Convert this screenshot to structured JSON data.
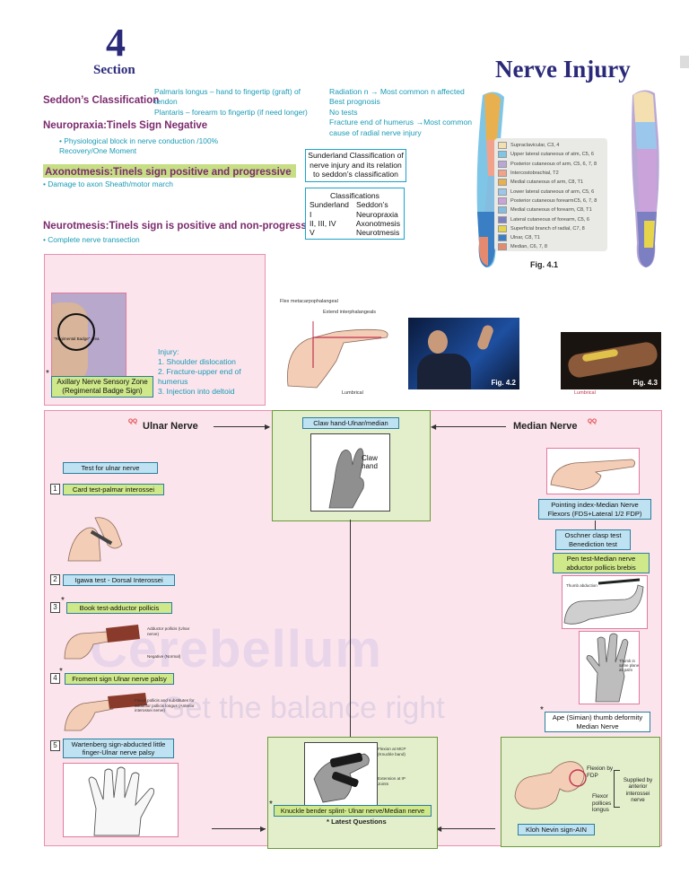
{
  "header": {
    "section_number": "4",
    "section_word": "Section",
    "title": "Nerve Injury"
  },
  "seddon": {
    "heading": "Seddon’s Classification",
    "palmaris": "Palmaris longus – hand to fingertip (graft) of tendon",
    "plantaris": "Plantaris – forearm to fingertip (if need longer)",
    "neuropraxia_heading": "Neuropraxia:Tinels Sign Negative",
    "neuropraxia_bullet": "• Physiological block in nerve conduction /100% Recovery/One Moment",
    "axonotmesis_heading": "Axonotmesis:Tinels sign positive and progressive",
    "axonotmesis_bullet": "• Damage to axon Sheath/motor march",
    "neurotmesis_heading": "Neurotmesis:Tinels sign is positive and non-progressive",
    "neurotmesis_bullet": "• Complete nerve transection"
  },
  "radiation_notes": [
    "Radiation n → Most common n affected",
    "Best prognosis",
    "No tests",
    "Fracture end of humerus →Most common cause of radial nerve injury"
  ],
  "sunderland": {
    "caption": "Sunderland Classification of nerve injury and its relation to seddon’s classification",
    "table_title": "Classifications",
    "rows": [
      [
        "Sunderland",
        "Seddon’s"
      ],
      [
        "I",
        "Neuropraxia"
      ],
      [
        "II, III, IV",
        "Axonotmesis"
      ],
      [
        "V",
        "Neurotmesis"
      ]
    ]
  },
  "dermatome_legend": [
    {
      "label": "Supraclavicular, C3, 4",
      "color": "#f3dfb0"
    },
    {
      "label": "Upper lateral cutaneous of atm, C5, 6",
      "color": "#7fc6e6"
    },
    {
      "label": "Posterior cutaneous of arm, C5, 6, 7, 8",
      "color": "#b9a7d6"
    },
    {
      "label": "Intercostobrachial, T2",
      "color": "#f2a28a"
    },
    {
      "label": "Medial cutaneous of arm, C8, T1",
      "color": "#e9b04f"
    },
    {
      "label": "Lower lateral cutaneous of arm, C5, 6",
      "color": "#9bc7ec"
    },
    {
      "label": "Posterior cutaneous forearmC5, 6, 7, 8",
      "color": "#c9a3d9"
    },
    {
      "label": "Medial cutaneous of forearm, C8, T1",
      "color": "#85bde0"
    },
    {
      "label": "Lateral cutaneous of forearm, C5, 6",
      "color": "#7c7fc2"
    },
    {
      "label": "Superficial branch of radial, C7, 8",
      "color": "#e6d54a"
    },
    {
      "label": "Ulnar, C8, T1",
      "color": "#3a7fc4"
    },
    {
      "label": "Median, C6, 7, 8",
      "color": "#e58a6f"
    }
  ],
  "figures": {
    "fig41": "Fig. 4.1",
    "fig42": "Fig. 4.2",
    "fig43": "Fig. 4.3",
    "flex_mcp": "Flex metacarpophalangeal",
    "extend_ip": "Extend interphalangeals",
    "lumbrical1": "Lumbrical",
    "lumbrical2": "Lumbrical",
    "regimental_area": "\"Regimental Badge\" area"
  },
  "axillary": {
    "label": "Axillary Nerve Sensory Zone (Regimental Badge Sign)",
    "injury_title": "Injury:",
    "injuries": [
      "1. Shoulder dislocation",
      "2. Fracture-upper end of humerus",
      "3. Injection into deltoid"
    ]
  },
  "ulnar": {
    "qq": "QQ",
    "heading": "Ulnar Nerve",
    "test_title": "Test for ulnar nerve",
    "tests": [
      {
        "num": "1",
        "label": "Card test-palmar interossei",
        "starred": false
      },
      {
        "num": "2",
        "label": "Igawa test - Dorsal Interossei",
        "starred": false
      },
      {
        "num": "3",
        "label": "Book test-adductor pollicis",
        "starred": true
      },
      {
        "num": "4",
        "label": "Froment sign Ulnar nerve palsy",
        "starred": true
      },
      {
        "num": "5",
        "label": "Wartenberg sign-abducted little finger-Ulnar nerve palsy",
        "starred": false
      }
    ],
    "book_caption1": "Adductor pollicis (Ulnar nerve)",
    "book_caption2": "Negative (Normal)",
    "froment_caption": "Flexor pollicis and substitutes for adductor pollicis longus (Anterior interossei nerve)"
  },
  "claw": {
    "label": "Claw hand-Ulnar/median",
    "image_text": "Claw hand"
  },
  "median": {
    "qq": "QQ",
    "heading": "Median Nerve",
    "pointing": "Pointing index-Median Nerve Flexors (FDS+Lateral 1/2 FDP)",
    "oschner": "Oschner clasp test Benediction test",
    "pen": "Pen test-Median nerve abductor pollicis brebis",
    "thumb_abduction": "Thumb abduction",
    "thumb_plane": "Thumb in same plane as palm",
    "ape": "Ape (Simian) thumb deformity Median Nerve"
  },
  "knuckle": {
    "label": "Knuckle bender splint- Ulnar nerve/Median nerve",
    "note": "* Latest Questions",
    "flexion_mcp": "Flexion at MCP (Knuckle band)",
    "extension_ip": "Extension at IP Joints"
  },
  "kloh": {
    "label": "Kloh Nevin sign-AIN",
    "flexion_fdp": "Flexion by FDP",
    "flexor_pl": "Flexor pollices longus",
    "supplied": "Supplied by anterior interossei nerve"
  },
  "watermark": {
    "brand": "Cerebellum",
    "tagline": "Get the balance right"
  }
}
